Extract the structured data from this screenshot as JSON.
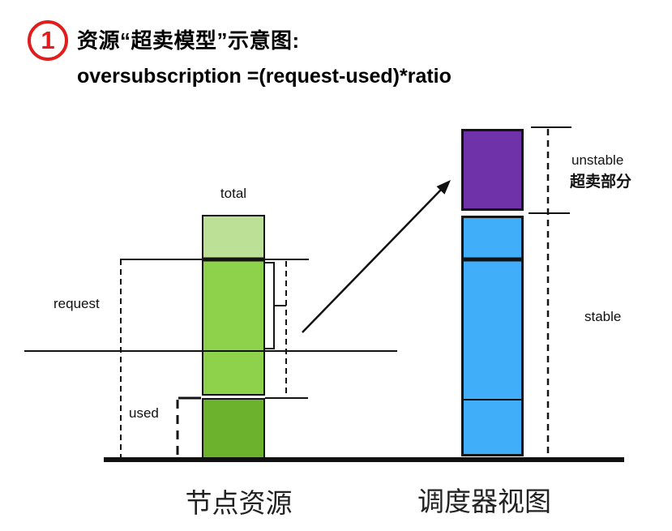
{
  "header": {
    "badge": "1",
    "title_line1": "资源“超卖模型”示意图:",
    "title_line2": "oversubscription =(request-used)*ratio"
  },
  "node_diagram": {
    "total_label": "total",
    "request_label": "request",
    "used_label": "used",
    "caption": "节点资源"
  },
  "scheduler_diagram": {
    "unstable_label": "unstable",
    "oversold_label": "超卖部分",
    "stable_label": "stable",
    "caption": "调度器视图"
  },
  "colors": {
    "badge_red": "#e01e1e",
    "total_light_green": "#bce095",
    "request_green": "#8ed14b",
    "used_dark_green": "#6db22c",
    "unstable_purple": "#6f32a8",
    "stable_blue": "#41aefa",
    "line_black": "#141414"
  }
}
